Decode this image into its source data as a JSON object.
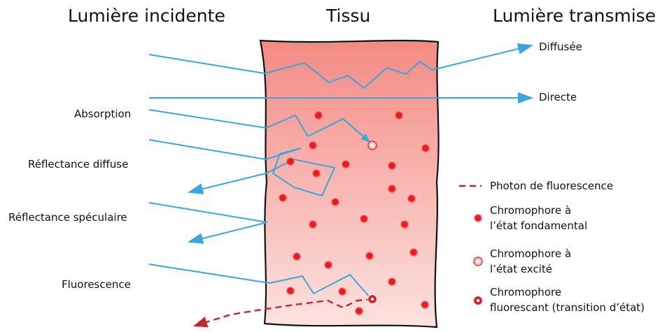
{
  "headings": {
    "incident": "Lumière incidente",
    "tissue": "Tissu",
    "transmitted": "Lumière transmise"
  },
  "paths": {
    "scattered": "Diffusée",
    "direct": "Directe",
    "absorption": "Absorption",
    "diffuse_reflectance": "Réflectance diffuse",
    "specular_reflectance": "Réflectance spéculaire",
    "fluorescence": "Fluorescence"
  },
  "legend": {
    "photon": "Photon de fluorescence",
    "ground_line1": "Chromophore à",
    "ground_line2": "l’état fondamental",
    "excited_line1": "Chromophore à",
    "excited_line2": "l’état excité",
    "fluor_line1": "Chromophore",
    "fluor_line2": "fluorescant (transition d’état)"
  },
  "colors": {
    "light_ray": "#3aa6dd",
    "fluorescence_photon": "#c1272d",
    "chromophore": "#e8141b",
    "tissue_top": "#f48d88",
    "tissue_bottom": "#fbe1de"
  }
}
